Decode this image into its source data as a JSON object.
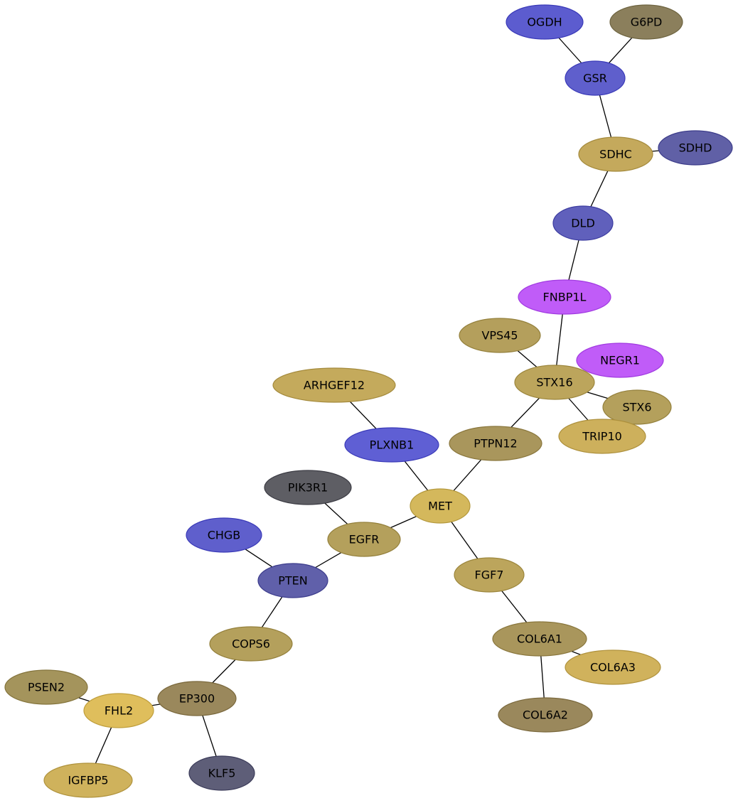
{
  "graph": {
    "nodes": [
      {
        "id": "OGDH",
        "color": "#5c5ccf",
        "border": "#3a3ab8"
      },
      {
        "id": "G6PD",
        "color": "#8b7f5c",
        "border": "#6e6440"
      },
      {
        "id": "GSR",
        "color": "#5f5fcc",
        "border": "#3a3ab8"
      },
      {
        "id": "SDHC",
        "color": "#c4a95c",
        "border": "#a48a3c"
      },
      {
        "id": "SDHD",
        "color": "#6060a6",
        "border": "#3c3c8a"
      },
      {
        "id": "DLD",
        "color": "#6060bc",
        "border": "#3c3ca0"
      },
      {
        "id": "FNBP1L",
        "color": "#c05cf8",
        "border": "#a03ae0"
      },
      {
        "id": "VPS45",
        "color": "#b49f5c",
        "border": "#94803c"
      },
      {
        "id": "NEGR1",
        "color": "#c05cf8",
        "border": "#a03ae0"
      },
      {
        "id": "STX16",
        "color": "#bca55c",
        "border": "#9c863c"
      },
      {
        "id": "ARHGEF12",
        "color": "#c4aa5c",
        "border": "#a48a3c"
      },
      {
        "id": "STX6",
        "color": "#b4a05c",
        "border": "#94803c"
      },
      {
        "id": "PLXNB1",
        "color": "#5f5fd4",
        "border": "#3a3ab8"
      },
      {
        "id": "PTPN12",
        "color": "#a9965c",
        "border": "#89763c"
      },
      {
        "id": "TRIP10",
        "color": "#cdb05c",
        "border": "#ad903c"
      },
      {
        "id": "PIK3R1",
        "color": "#5e5e64",
        "border": "#3c3c44"
      },
      {
        "id": "MET",
        "color": "#d4b85c",
        "border": "#b4983c"
      },
      {
        "id": "CHGB",
        "color": "#5f5fcc",
        "border": "#3a3ab8"
      },
      {
        "id": "EGFR",
        "color": "#b4a05c",
        "border": "#94803c"
      },
      {
        "id": "PTEN",
        "color": "#6060aa",
        "border": "#3c3c8c"
      },
      {
        "id": "FGF7",
        "color": "#bca55c",
        "border": "#9c863c"
      },
      {
        "id": "COL6A1",
        "color": "#a9965c",
        "border": "#89763c"
      },
      {
        "id": "COPS6",
        "color": "#b4a05c",
        "border": "#94803c"
      },
      {
        "id": "COL6A3",
        "color": "#d0b25c",
        "border": "#b0923c"
      },
      {
        "id": "PSEN2",
        "color": "#a4945c",
        "border": "#84743c"
      },
      {
        "id": "EP300",
        "color": "#9a885c",
        "border": "#7a683c"
      },
      {
        "id": "FHL2",
        "color": "#dfbe5c",
        "border": "#bf9e3c"
      },
      {
        "id": "COL6A2",
        "color": "#9a885c",
        "border": "#7a683c"
      },
      {
        "id": "KLF5",
        "color": "#5e5e78",
        "border": "#3c3c5a"
      },
      {
        "id": "IGFBP5",
        "color": "#cfb25c",
        "border": "#af923c"
      }
    ],
    "edges": [
      [
        "OGDH",
        "GSR"
      ],
      [
        "G6PD",
        "GSR"
      ],
      [
        "GSR",
        "SDHC"
      ],
      [
        "SDHC",
        "SDHD"
      ],
      [
        "SDHC",
        "DLD"
      ],
      [
        "DLD",
        "FNBP1L"
      ],
      [
        "FNBP1L",
        "STX16"
      ],
      [
        "VPS45",
        "STX16"
      ],
      [
        "STX16",
        "STX6"
      ],
      [
        "STX16",
        "TRIP10"
      ],
      [
        "STX16",
        "PTPN12"
      ],
      [
        "ARHGEF12",
        "PLXNB1"
      ],
      [
        "PLXNB1",
        "MET"
      ],
      [
        "PTPN12",
        "MET"
      ],
      [
        "MET",
        "EGFR"
      ],
      [
        "MET",
        "FGF7"
      ],
      [
        "PIK3R1",
        "EGFR"
      ],
      [
        "EGFR",
        "PTEN"
      ],
      [
        "CHGB",
        "PTEN"
      ],
      [
        "PTEN",
        "COPS6"
      ],
      [
        "COPS6",
        "EP300"
      ],
      [
        "EP300",
        "FHL2"
      ],
      [
        "EP300",
        "KLF5"
      ],
      [
        "PSEN2",
        "FHL2"
      ],
      [
        "FHL2",
        "IGFBP5"
      ],
      [
        "FGF7",
        "COL6A1"
      ],
      [
        "COL6A1",
        "COL6A3"
      ],
      [
        "COL6A1",
        "COL6A2"
      ]
    ]
  }
}
